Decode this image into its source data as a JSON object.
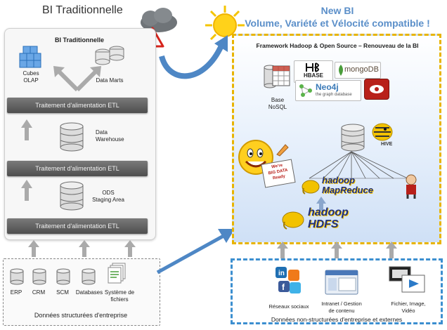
{
  "left_title": "BI Traditionnelle",
  "left_panel": {
    "header": "BI Traditionnelle",
    "cubes_label": "Cubes\nOLAP",
    "marts_label": "Data Marts",
    "etl_label": "Traitement d'alimentation ETL",
    "dw_label": "Data\nWarehouse",
    "ods_label": "ODS\nStaging Area"
  },
  "left_sources": {
    "items": [
      "ERP",
      "CRM",
      "SCM",
      "Databases",
      "Système de\nfichiers"
    ],
    "caption": "Données structurées d'entreprise"
  },
  "right_title": "New BI\nVolume, Variété et Vélocité compatible !",
  "right_panel": {
    "header": "Framework Hadoop & Open Source – Renouveau de la BI",
    "nosql_label": "Base\nNoSQL",
    "logos": {
      "hbase": "HBASE",
      "mongodb": "mongoDB",
      "neo4j": "Neo4j",
      "neo4j_sub": "the graph database",
      "hive": "HIVE",
      "mapreduce": "hadoop\nMapReduce",
      "hdfs": "hadoop\nHDFS"
    },
    "sign_text": "We're\nBIG DATA\nReady"
  },
  "right_sources": {
    "items": [
      "Réseaux sociaux",
      "Intranet / Gestion\nde contenu",
      "Fichier, Image,\nVidéo"
    ],
    "caption": "Données non-structurées d'entreprise  et externes"
  },
  "colors": {
    "accent_blue": "#3c8fd0",
    "title_blue": "#5b8fc9",
    "etl_gray": "#5e5e5e",
    "hadoop_yellow": "#f2c200",
    "warning_red": "#d6241c"
  }
}
